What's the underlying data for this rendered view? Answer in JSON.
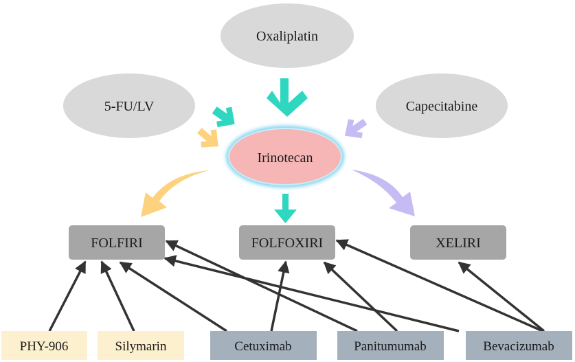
{
  "drugs": {
    "oxaliplatin": "Oxaliplatin",
    "fu_lv": "5-FU/LV",
    "capecitabine": "Capecitabine",
    "irinotecan": "Irinotecan"
  },
  "regimens": {
    "folfiri": "FOLFIRI",
    "folfoxiri": "FOLFOXIRI",
    "xeliri": "XELIRI"
  },
  "agents": {
    "phy906": "PHY-906",
    "silymarin": "Silymarin",
    "cetuximab": "Cetuximab",
    "panitumumab": "Panitumumab",
    "bevacizumab": "Bevacizumab"
  },
  "colors": {
    "drug_ellipse": "#d9d9d9",
    "irinotecan_fill": "#f7b6b6",
    "irinotecan_glow": "#7fd3f0",
    "regimen_box": "#a6a6a6",
    "herbal_box": "#fdf0cf",
    "antibody_box": "#a5b0bd",
    "teal_arrow": "#2fd6c0",
    "yellow_arrow": "#fdd27f",
    "lavender_arrow": "#c6bcf3",
    "line_arrow": "#333333"
  }
}
